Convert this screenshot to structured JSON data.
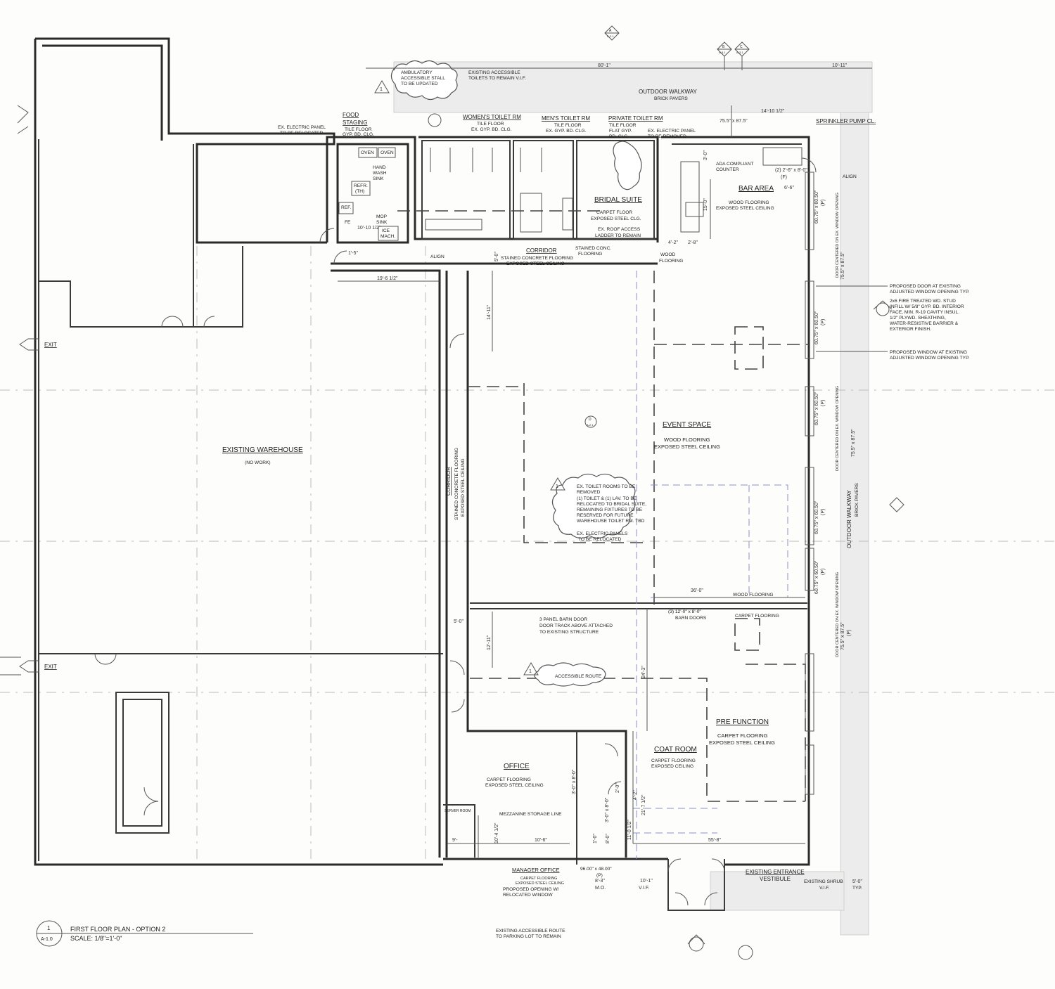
{
  "rooms": {
    "warehouse": "EXISTING WAREHOUSE",
    "warehouse_note": "(NO WORK)",
    "event_title": "EVENT SPACE",
    "event_f1": "WOOD FLOORING",
    "event_f2": "EXPOSED STEEL CEILING",
    "prefunction_title": "PRE FUNCTION",
    "prefunction_f1": "CARPET FLOORING",
    "prefunction_f2": "EXPOSED STEEL CEILING",
    "office_title": "OFFICE",
    "office_f1": "CARPET FLOORING",
    "office_f2": "EXPOSED STEEL CEILING",
    "coat_title": "COAT ROOM",
    "coat_f1": "CARPET FLOORING",
    "coat_f2": "EXPOSED CEILING",
    "bridal_title": "BRIDAL SUITE",
    "bridal_f1": "CARPET FLOOR",
    "bridal_f2": "EXPOSED STEEL CLG.",
    "bridal_n1": "EX. ROOF ACCESS",
    "bridal_n2": "LADDER TO REMAIN",
    "bar_title": "BAR AREA",
    "bar_f1": "WOOD FLOORING",
    "bar_f2": "EXPOSED STEEL CEILING",
    "womens_title": "WOMEN'S TOILET RM",
    "womens_f1": "TILE FLOOR",
    "womens_f2": "EX. GYP. BD. CLG.",
    "mens_title": "MEN'S TOILET RM",
    "mens_f1": "TILE FLOOR",
    "mens_f2": "EX. GYP. BD. CLG.",
    "private_title": "PRIVATE TOILET RM",
    "private_f1": "TILE FLOOR",
    "private_f2": "FLAT GYP.",
    "private_f3": "BD. CLG.",
    "food_t1": "FOOD",
    "food_t2": "STAGING",
    "food_f1": "TILE FLOOR",
    "food_f2": "GYP. BD. CLG.",
    "corridor_top": "CORRIDOR",
    "corridor_top_f1": "STAINED CONCRETE FLOORING",
    "corridor_top_f2": "EXPOSED STEEL CEILING",
    "corridor_vert": "CORRIDOR",
    "corridor_vert_f1": "STAINED CONCRETE FLOORING",
    "corridor_vert_f2": "EXPOSED STEEL CEILING",
    "manager_title": "MANAGER OFFICE",
    "manager_f1": "CARPET FLOORING",
    "manager_f2": "EXPOSED STEEL CEILING",
    "server_title": "SERVER ROOM",
    "outdoor_top": "OUTDOOR WALKWAY",
    "outdoor_top_sub": "BRICK PAVERS",
    "outdoor_right": "OUTDOOR WALKWAY",
    "outdoor_right_sub": "BRICK PAVERS",
    "sprinkler": "SPRINKLER PUMP CL.",
    "existing_entrance": "EXISTING ENTRANCE",
    "vestibule": "VESTIBULE"
  },
  "kitchen": {
    "oven1": "OVEN",
    "oven2": "OVEN",
    "hand1": "HAND",
    "hand2": "WASH",
    "hand3": "SINK",
    "refr1": "REFR.",
    "refr2": "(TH)",
    "ref": "REF.",
    "fe": "FE",
    "mop1": "MOP",
    "mop2": "SINK",
    "ice1": "ICE",
    "ice2": "MACH.",
    "dim": "10'-10 1/2\""
  },
  "notes": {
    "ex_elec_panel_1": "EX. ELECTRIC PANEL",
    "ex_elec_panel_2": "TO BE RELOCATED",
    "ambulatory_1": "AMBULATORY",
    "ambulatory_2": "ACCESSIBLE STALL",
    "ambulatory_3": "TO BE UPDATED",
    "existing_acc_1": "EXISTING ACCESSIBLE",
    "existing_acc_2": "TOILETS TO REMAIN V.I.F.",
    "ex_elec_remove_1": "EX. ELECTRIC PANEL",
    "ex_elec_remove_2": "TO BE REMOVED",
    "ada_1": "ADA COMPLIANT",
    "ada_2": "COUNTER",
    "toilet_1": "EX. TOILET ROOMS TO BE",
    "toilet_2": "REMOVED",
    "toilet_3": "(1) TOILET & (1) LAV. TO BE",
    "toilet_4": "RELOCATED TO BRIDAL SUITE,",
    "toilet_5": "REMAINING FIXTURES TO BE",
    "toilet_6": "RESERVED FOR FUTURE",
    "toilet_7": "WAREHOUSE TOILET RM. TBD",
    "elec_reloc_1": "EX. ELECTRIC PANELS",
    "elec_reloc_2": "TO BE RELOCATED",
    "barn_1": "3 PANEL BARN DOOR",
    "barn_2": "DOOR TRACK ABOVE ATTACHED",
    "barn_3": "TO EXISTING STRUCTURE",
    "barn_doors_1": "(3) 12'-0\" x 8'-0\"",
    "barn_doors_2": "BARN DOORS",
    "wood_flooring": "WOOD FLOORING",
    "carpet_flooring": "CARPET FLOORING",
    "accessible_route": "ACCESSIBLE ROUTE",
    "mezzanine": "MEZZANINE STORAGE LINE",
    "window_size_1": "96.00\" x 48.00\"",
    "window_size_2": "(P)",
    "proposed_opening_1": "PROPOSED OPENING W/",
    "proposed_opening_2": "RELOCATED WINDOW",
    "acc_route_parking_1": "EXISTING ACCESSIBLE ROUTE",
    "acc_route_parking_2": "TO PARKING LOT TO REMAIN",
    "shrub_1": "EXISTING SHRUB",
    "shrub_2": "V.I.F.",
    "typ": "TYP.",
    "prop_door_1": "PROPOSED DOOR AT EXISTING",
    "prop_door_2": "ADJUSTED WINDOW OPENING TYP.",
    "stud_1": "2x6 FIRE TREATED WD. STUD",
    "stud_2": "INFILL W/ 5/8\" GYP. BD. INTERIOR",
    "stud_3": "FACE, MIN. R-19 CAVITY INSUL.",
    "stud_4": "1/2\" PLYWD. SHEATHING,",
    "stud_5": "WATER-RESISTIVE BARRIER &",
    "stud_6": "EXTERIOR FINISH.",
    "prop_window_1": "PROPOSED WINDOW AT EXISTING",
    "prop_window_2": "ADJUSTED WINDOW OPENING TYP.",
    "exit_1": "EXIT",
    "exit_2": "EXIT",
    "align_1": "ALIGN",
    "align_2": "ALIGN",
    "door_centered_1": "DOOR CENTERED ON EX. WINDOW OPENING",
    "door_centered_2": "DOOR CENTERED ON EX. WINDOW OPENING",
    "door_centered_3": "DOOR CENTERED ON EX. WINDOW OPENING",
    "wood_flooring_small_1": "WOOD",
    "wood_flooring_small_2": "FLOORING",
    "stained_1": "STAINED CONC.",
    "stained_2": "FLOORING"
  },
  "dimensions": {
    "d1": "80'-1\"",
    "d2": "10'-11\"",
    "d3": "14'-10 1/2\"",
    "d4": "75.5\" x 87.5\"",
    "d5": "(2) 2'-6\" x 8'-0\"",
    "d6": "(F)",
    "d7": "6'-6\"",
    "d8": "3'-0\"",
    "d9": "15'-0\"",
    "d10": "4'-2\"",
    "d11": "2'-8\"",
    "d12": "19'-6 1/2\"",
    "d13": "14'-11\"",
    "d14": "5'-0\"",
    "d15": "1'-5\"",
    "d16": "36'-0\"",
    "d17": "12'-11\"",
    "d18": "5'-0\"",
    "d19": "24'-3\"",
    "d20": "21'-7 1/2\"",
    "d21": "11'-0 1/2\"",
    "d22": "10'-6\"",
    "d23": "10'-4 1/2\"",
    "d24": "9'-",
    "d25": "55'-8\"",
    "d26": "8'-3\"",
    "d27": "M.O.",
    "d28": "10'-1\"",
    "d29": "V.I.F.",
    "d30": "5'-0\"",
    "d31": "1'-0\"",
    "d32": "8'-0\"",
    "d33": "2'-0\"",
    "d34": "4'-2\"",
    "d35": "3'-0\" x 8'-0\"",
    "d36": "3'-0\" x 8'-0\"",
    "win1": "60.75\" x 60.50\"",
    "win1p": "(P)",
    "win2": "75.5\" x 87.5\"",
    "win3": "60.75\" x 60.50\"",
    "win3p": "(P)",
    "win4": "60.75\" x 60.50\"",
    "win4p": "(P)",
    "win5": "75.5\" x 87.5\"",
    "win6": "60.75\" x 60.50\"",
    "win6p": "(P)",
    "win7": "60.75\" x 60.50\"",
    "win7p": "(P)",
    "win8": "75.5\" x 87.5\"",
    "win8p": "(P)"
  },
  "markers": {
    "rev": "1",
    "sec_a_top": "A",
    "sec_a_bot": "A-2.1",
    "sec_b_top": "B",
    "sec_b_bot": "A-3.1",
    "sec_c_top": "C",
    "sec_c_bot": "A-3.1",
    "sec_d_top": "D",
    "sec_d_bot": "A-2.1"
  },
  "title_block": {
    "num": "1",
    "sheet": "A-1.0",
    "title": "FIRST FLOOR PLAN - OPTION 2",
    "scale": "SCALE: 1/8\"=1'-0\""
  },
  "colors": {
    "wall": "#2a2a2a",
    "paving": "#ececec",
    "dash_blue": "#8a90c8"
  }
}
